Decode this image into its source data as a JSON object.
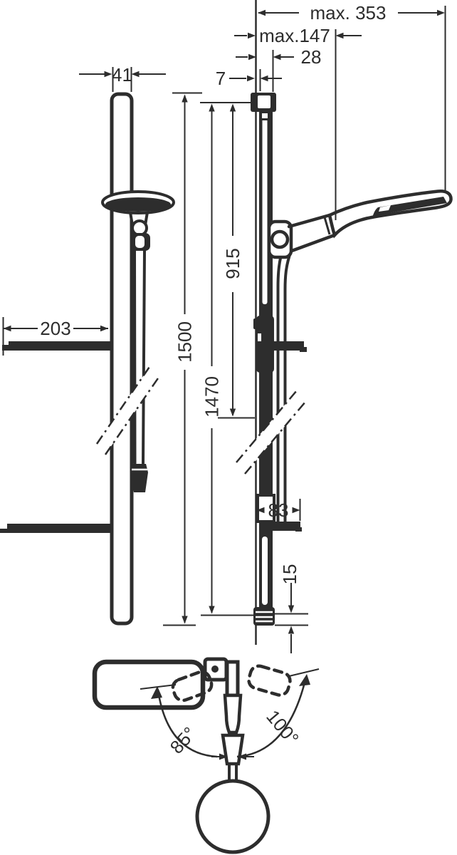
{
  "drawing": {
    "ink_color": "#2d2d2d",
    "background_color": "#ffffff",
    "dimensions": {
      "max_reach": "max. 353",
      "max_holder_reach": "max.147",
      "bar_front_offset": "28",
      "wall_clearance": "7",
      "bar_width": "41",
      "grab_bar_length": "203",
      "upper_section_height": "915",
      "total_height": "1500",
      "lower_section_height": "1470",
      "shelf_depth": "83",
      "base_height": "15",
      "swivel_left": "85°",
      "swivel_right": "100°"
    }
  }
}
